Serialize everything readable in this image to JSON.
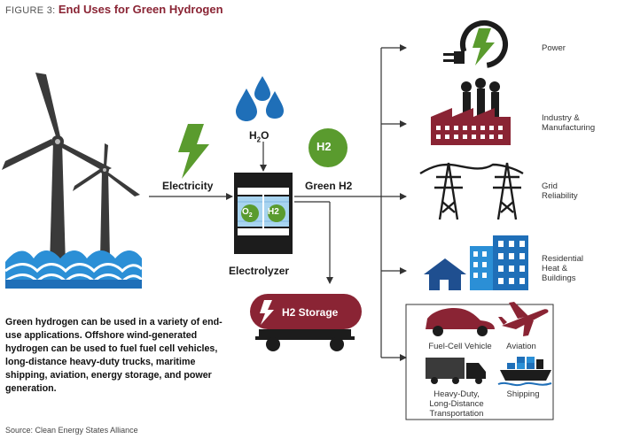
{
  "figure": {
    "label": "FIGURE 3:",
    "title": "End Uses for Green Hydrogen"
  },
  "inputs": {
    "electricity": "Electricity",
    "water": "H2O",
    "water_sub": "2",
    "water_h": "H",
    "water_o": "O"
  },
  "electrolyzer": {
    "label": "Electrolyzer",
    "o2": "O",
    "o2_sub": "2",
    "h2": "H2"
  },
  "green_h2": {
    "badge": "H2",
    "label": "Green H2"
  },
  "storage": {
    "label": "H2 Storage"
  },
  "end_uses": {
    "power": "Power",
    "industry": [
      "Industry &",
      "Manufacturing"
    ],
    "grid": [
      "Grid",
      "Reliability"
    ],
    "residential": [
      "Residential",
      "Heat &",
      "Buildings"
    ],
    "fuel_cell": "Fuel-Cell Vehicle",
    "aviation": "Aviation",
    "heavy_duty": [
      "Heavy-Duty,",
      "Long-Distance",
      "Transportation"
    ],
    "shipping": "Shipping"
  },
  "description": "Green hydrogen can be used in a variety of end-use applications. Offshore wind-generated hydrogen can be used to fuel fuel cell vehicles, long-distance heavy-duty trucks, maritime shipping, aviation, energy storage, and power generation.",
  "source": "Source: Clean Energy States Alliance",
  "colors": {
    "title": "#8a2434",
    "green": "#5a9b2e",
    "blue": "#1f6fb8",
    "maroon": "#8a2434",
    "dark": "#1c1c1c"
  }
}
